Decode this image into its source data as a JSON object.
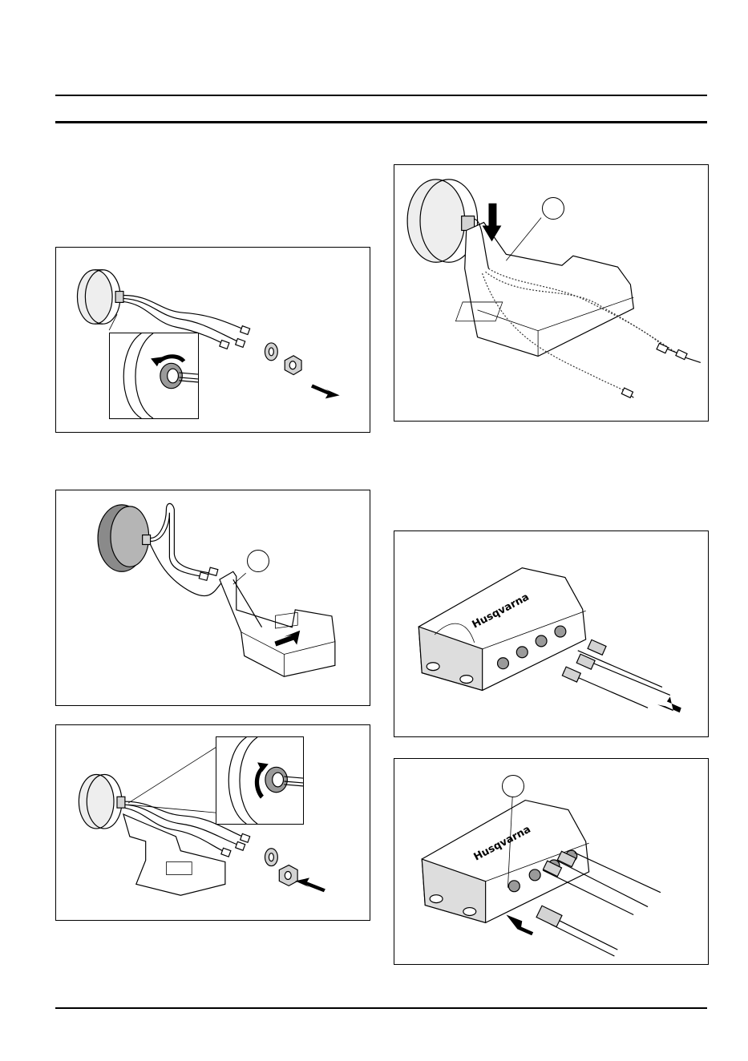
{
  "page": {
    "brand_logo_text": "Husqvarna",
    "figures": [
      {
        "id": "remove-nut",
        "icons": [
          "counter-clockwise-arrow-icon",
          "pull-out-arrow-icon"
        ]
      },
      {
        "id": "insert-bracket",
        "callout": "",
        "icons": [
          "slide-arrow-icon"
        ]
      },
      {
        "id": "tighten-nut",
        "icons": [
          "clockwise-arrow-icon",
          "push-in-arrow-icon"
        ]
      },
      {
        "id": "route-cables",
        "callout": "",
        "icons": [
          "down-arrow-icon"
        ]
      },
      {
        "id": "connect-antennas",
        "icons": [
          "push-in-arrow-icon"
        ]
      },
      {
        "id": "connect-power",
        "callout": "",
        "icons": [
          "push-in-arrow-icon"
        ]
      }
    ]
  }
}
